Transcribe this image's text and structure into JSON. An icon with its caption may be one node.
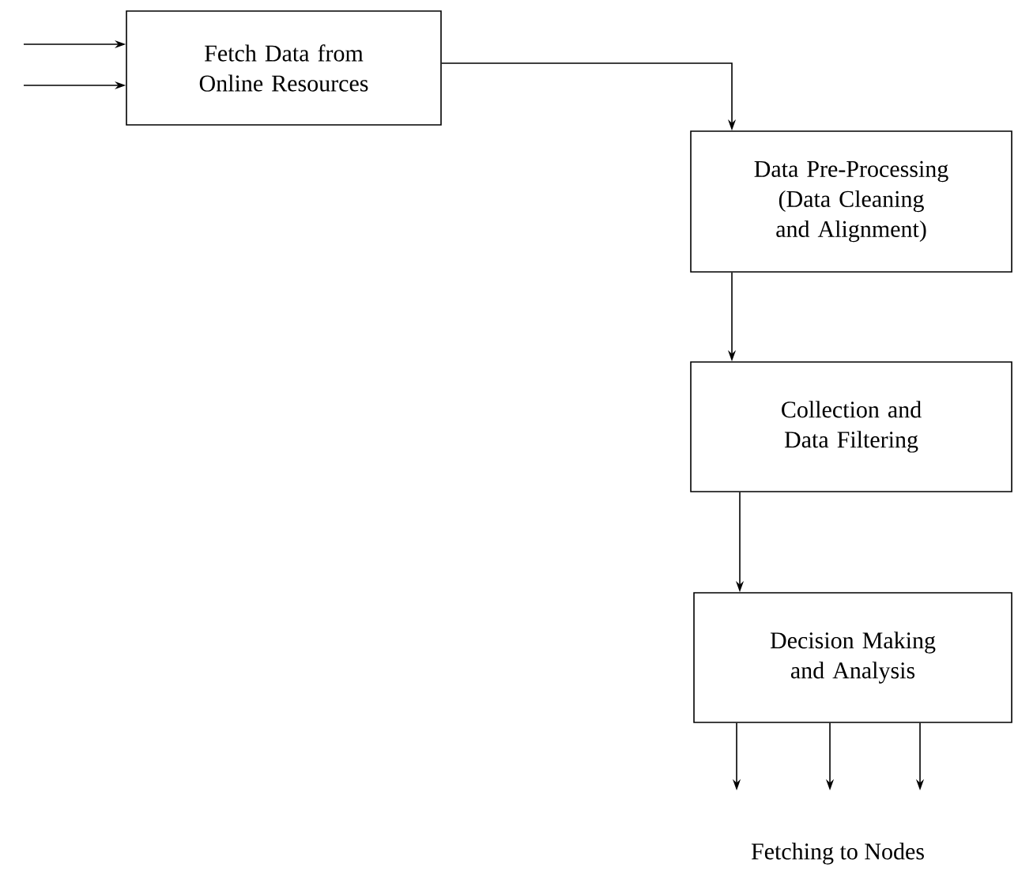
{
  "diagram": {
    "nodes": [
      {
        "text": [
          "Fetch Data from Online Resources"
        ]
      },
      {
        "text": [
          "Data Pre-Processing (Data Cleaning and Alignment)"
        ]
      },
      {
        "text": [
          "Collection and Data Filtering"
        ]
      },
      {
        "text": [
          "Decision Making and Analysis"
        ]
      }
    ],
    "edges": [
      {
        "from": null,
        "to": 0,
        "arrow": "to"
      },
      {
        "from": null,
        "to": 0,
        "arrow": "to"
      },
      {
        "from": 0,
        "to": 1,
        "arrow": "to"
      },
      {
        "from": 1,
        "to": 2,
        "arrow": "to"
      },
      {
        "from": 2,
        "to": 3,
        "arrow": "to"
      },
      {
        "from": 3,
        "to": null,
        "arrow": "to"
      },
      {
        "from": 3,
        "to": null,
        "arrow": "to"
      },
      {
        "from": 3,
        "to": null,
        "arrow": "to"
      }
    ],
    "labels": [
      "Fetching to Nodes"
    ]
  }
}
